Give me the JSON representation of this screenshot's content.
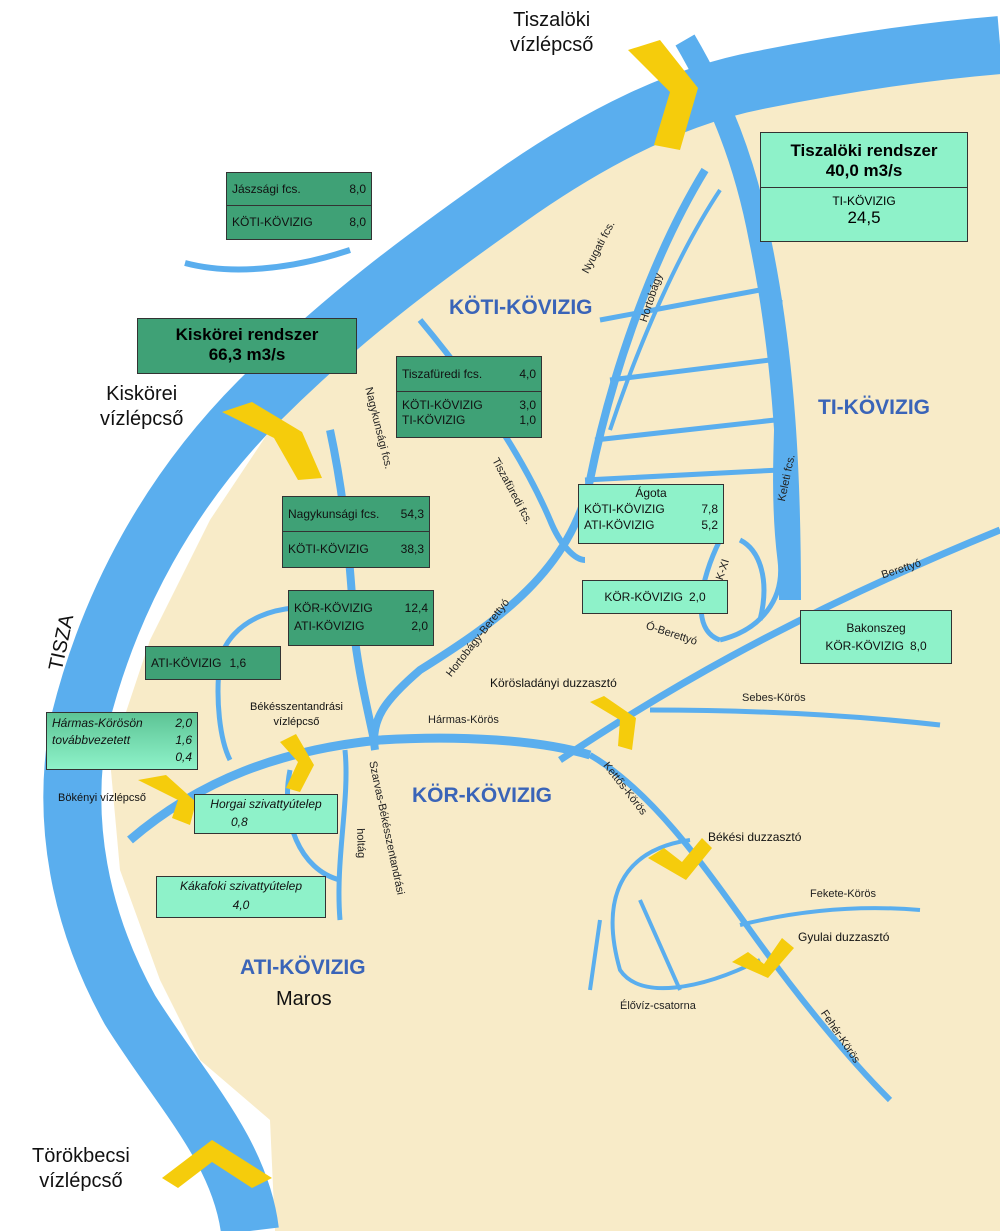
{
  "regions": {
    "koti": "KÖTI-KÖVIZIG",
    "ti": "TI-KÖVIZIG",
    "kor": "KÖR-KÖVIZIG",
    "ati": "ATI-KÖVIZIG"
  },
  "rivers": {
    "tisza": "TISZA",
    "maros": "Maros",
    "nyugati": "Nyugati fcs.",
    "hortobagy": "Hortobágy",
    "nagykunsagi": "Nagykunsági fcs.",
    "tiszafuredi": "Tiszafüredi fcs.",
    "hortobagy_berettyo": "Hortobágy-Berettyó",
    "keleti": "Keleti fcs.",
    "berettyo": "Berettyó",
    "kxi": "K-XI",
    "o_berettyo": "Ó-Berettyó",
    "sebes_koros": "Sebes-Körös",
    "harmas_koros": "Hármas-Körös",
    "kettos_koros": "Kettős-Körös",
    "szarvas": "Szarvas-Békésszentandrási",
    "holtag": "holtág",
    "fekete_koros": "Fekete-Körös",
    "feher_koros": "Fehér-Körös",
    "eloviz": "Élővíz-csatorna"
  },
  "dams": {
    "tiszaloki": [
      "Tiszalöki",
      "vízlépcső"
    ],
    "kiskorei": [
      "Kiskörei",
      "vízlépcső"
    ],
    "torokbecsi": [
      "Törökbecsi",
      "vízlépcső"
    ],
    "bekesszentandrasi": [
      "Békésszentandrási",
      "vízlépcső"
    ],
    "bokenyi": "Bökényi vízlépcső",
    "korosladanyi": "Körösladányi duzzasztó",
    "bekesi": "Békési duzzasztó",
    "gyulai": "Gyulai duzzasztó"
  },
  "boxes": {
    "tiszaloki_rendszer": {
      "title1": "Tiszalöki rendszer",
      "title2": "40,0 m3/s",
      "sub": "TI-KÖVIZIG",
      "value": "24,5"
    },
    "kiskorei_rendszer": {
      "title1": "Kiskörei rendszer",
      "title2": "66,3 m3/s"
    },
    "jaszsagi": {
      "r1l": "Jászsági fcs.",
      "r1v": "8,0",
      "r2l": "KÖTI-KÖVIZIG",
      "r2v": "8,0"
    },
    "tiszafuredi": {
      "r1l": "Tiszafüredi fcs.",
      "r1v": "4,0",
      "r2l": "KÖTI-KÖVIZIG",
      "r2v": "3,0",
      "r3l": "TI-KÖVIZIG",
      "r3v": "1,0"
    },
    "nagykunsagi": {
      "r1l": "Nagykunsági fcs.",
      "r1v": "54,3",
      "r2l": "KÖTI-KÖVIZIG",
      "r2v": "38,3"
    },
    "kor_ati": {
      "r1l": "KÖR-KÖVIZIG",
      "r1v": "12,4",
      "r2l": "ATI-KÖVIZIG",
      "r2v": "2,0"
    },
    "ati": {
      "l": "ATI-KÖVIZIG",
      "v": "1,6"
    },
    "agota": {
      "t": "Ágota",
      "r1l": "KÖTI-KÖVIZIG",
      "r1v": "7,8",
      "r2l": "ATI-KÖVIZIG",
      "r2v": "5,2"
    },
    "kor": {
      "l": "KÖR-KÖVIZIG",
      "v": "2,0"
    },
    "bakonszeg": {
      "t": "Bakonszeg",
      "l": "KÖR-KÖVIZIG",
      "v": "8,0"
    },
    "harmas": {
      "l1": "Hármas-Körösön",
      "l2": "továbbvezetett",
      "v1": "2,0",
      "v2": "1,6",
      "v3": "0,4"
    },
    "horgai": {
      "l": "Horgai szivattyútelep",
      "v": "0,8"
    },
    "kakafoki": {
      "l": "Kákafoki szivattyútelep",
      "v": "4,0"
    }
  },
  "colors": {
    "land": "#f8ebc8",
    "water": "#5aaeee",
    "dam": "#f5cc0c",
    "box_dark": "#3fa176",
    "box_light": "#8ef2c9",
    "region_text": "#3a64b8"
  }
}
